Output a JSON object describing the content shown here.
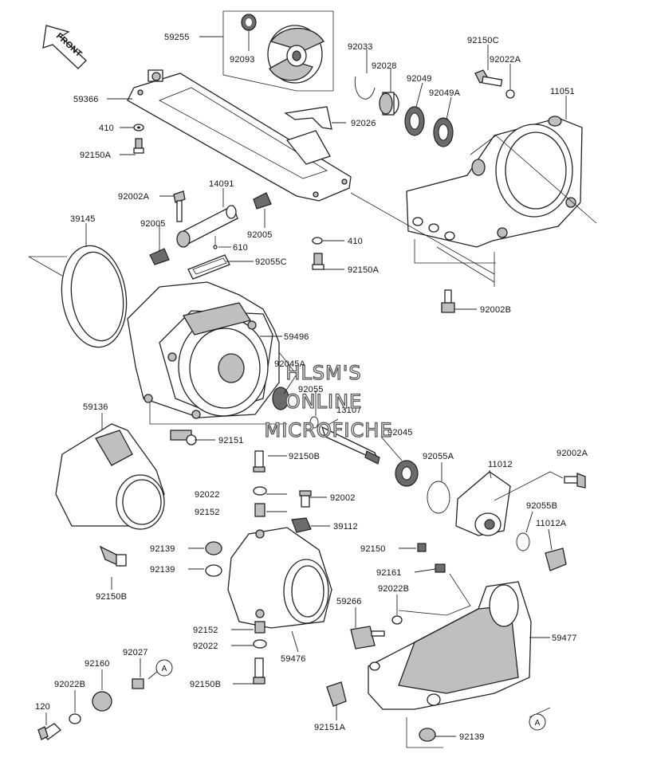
{
  "diagram": {
    "orientation_label": "FRONT",
    "watermark": [
      "HLSM'S",
      "ONLINE",
      "MICROFICHE"
    ],
    "callout_letter": "A",
    "parts": [
      "59255",
      "92093",
      "92033",
      "92028",
      "92049",
      "92049A",
      "92150C",
      "92022A",
      "11051",
      "59366",
      "410",
      "92150A",
      "92026",
      "92002A",
      "14091",
      "39145",
      "92005",
      "92005",
      "610",
      "410",
      "92055C",
      "92150A",
      "92002B",
      "59496",
      "92045A",
      "92055",
      "13107",
      "59136",
      "92045",
      "92151",
      "92150B",
      "92055A",
      "11012",
      "92002A",
      "92022",
      "92002",
      "92152",
      "39112",
      "92055B",
      "11012A",
      "92139",
      "92150",
      "92139",
      "92150B",
      "92161",
      "92022B",
      "59266",
      "59477",
      "92152",
      "92022",
      "59476",
      "92027",
      "92160",
      "92022B",
      "92150B",
      "120",
      "92151A",
      "92139"
    ]
  }
}
